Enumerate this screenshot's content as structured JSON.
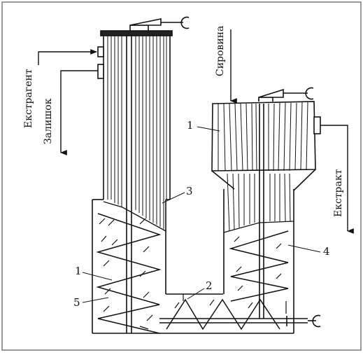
{
  "labels": {
    "extragent": "Екстрагент",
    "zalyshok": "Залишок",
    "syrovyna": "Сировина",
    "ekstrakt": "Екстракт",
    "num_1_upper": "1",
    "num_3": "3",
    "num_4": "4",
    "num_2": "2",
    "num_1_lower": "1",
    "num_5": "5"
  },
  "colors": {
    "ink": "#111111",
    "frame_border": "#9a9a9a",
    "background": "#ffffff"
  }
}
